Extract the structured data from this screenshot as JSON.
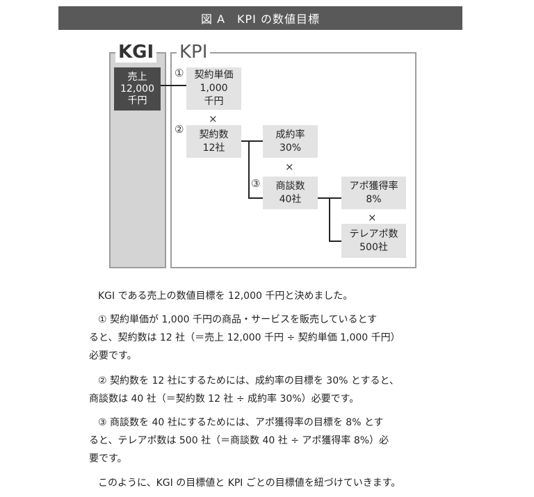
{
  "title": "図 A　KPI の数値目標",
  "diagram": {
    "kgi_label": "KGI",
    "kpi_label": "KPI",
    "kgi_box": [
      "売上",
      "12,000",
      "千円"
    ],
    "boxes": {
      "unit_price": [
        "契約単価",
        "1,000",
        "千円"
      ],
      "contracts": [
        "契約数",
        "12社"
      ],
      "close_rate": [
        "成約率",
        "30%"
      ],
      "meetings": [
        "商談数",
        "40社"
      ],
      "appt_rate": [
        "アポ獲得率",
        "8%"
      ],
      "tele_calls": [
        "テレアポ数",
        "500社"
      ]
    },
    "markers": [
      "①",
      "②",
      "③"
    ],
    "times": "×"
  },
  "paragraphs": [
    [
      "KGI である売上の数値目標を 12,000 千円と決めました。"
    ],
    [
      "① 契約単価が 1,000 千円の商品・サービスを販売しているとす",
      "ると、契約数は 12 社（＝売上 12,000 千円 ÷ 契約単価 1,000 千円）",
      "必要です。"
    ],
    [
      "② 契約数を 12 社にするためには、成約率の目標を 30% とすると、",
      "商談数は 40 社（＝契約数 12 社 ÷ 成約率 30%）必要です。"
    ],
    [
      "③ 商談数を 40 社にするためには、アポ獲得率の目標を 8% とす",
      "ると、テレアポ数は 500 社（＝商談数 40 社 ÷ アポ獲得率 8%）必",
      "要です。"
    ],
    [
      "このように、KGI の目標値と KPI ごとの目標値を紐づけていきます。"
    ]
  ]
}
